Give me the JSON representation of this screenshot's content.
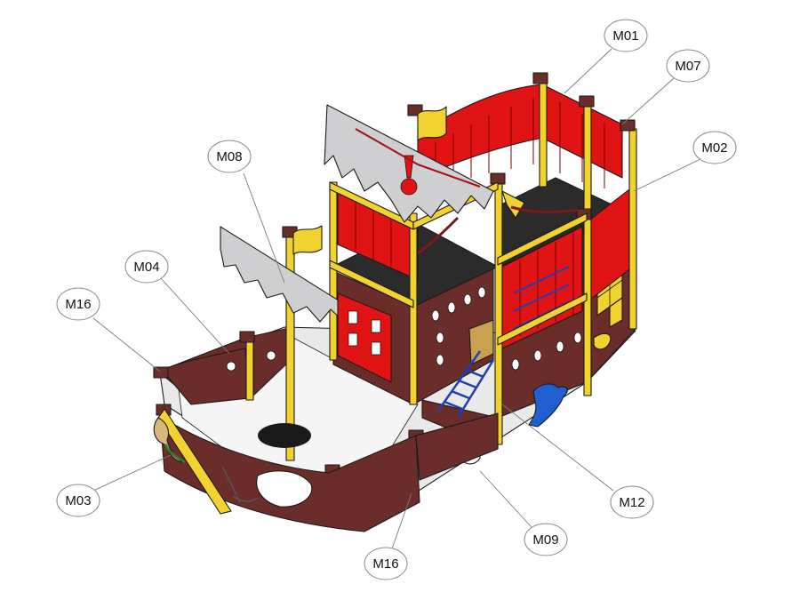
{
  "diagram": {
    "callouts": [
      {
        "id": "M01",
        "label": "M01"
      },
      {
        "id": "M07",
        "label": "M07"
      },
      {
        "id": "M02",
        "label": "M02"
      },
      {
        "id": "M08",
        "label": "M08"
      },
      {
        "id": "M04",
        "label": "M04"
      },
      {
        "id": "M16a",
        "label": "M16"
      },
      {
        "id": "M03",
        "label": "M03"
      },
      {
        "id": "M12",
        "label": "M12"
      },
      {
        "id": "M09",
        "label": "M09"
      },
      {
        "id": "M16b",
        "label": "M16"
      }
    ],
    "colors": {
      "hull": "#6b2d2a",
      "frame": "#f2d22e",
      "railing": "#e01414",
      "deck": "#2b2b2b",
      "sail": "#cfcfd2",
      "dolphin": "#1f5fd0",
      "rope": "#7a1a1a"
    }
  }
}
